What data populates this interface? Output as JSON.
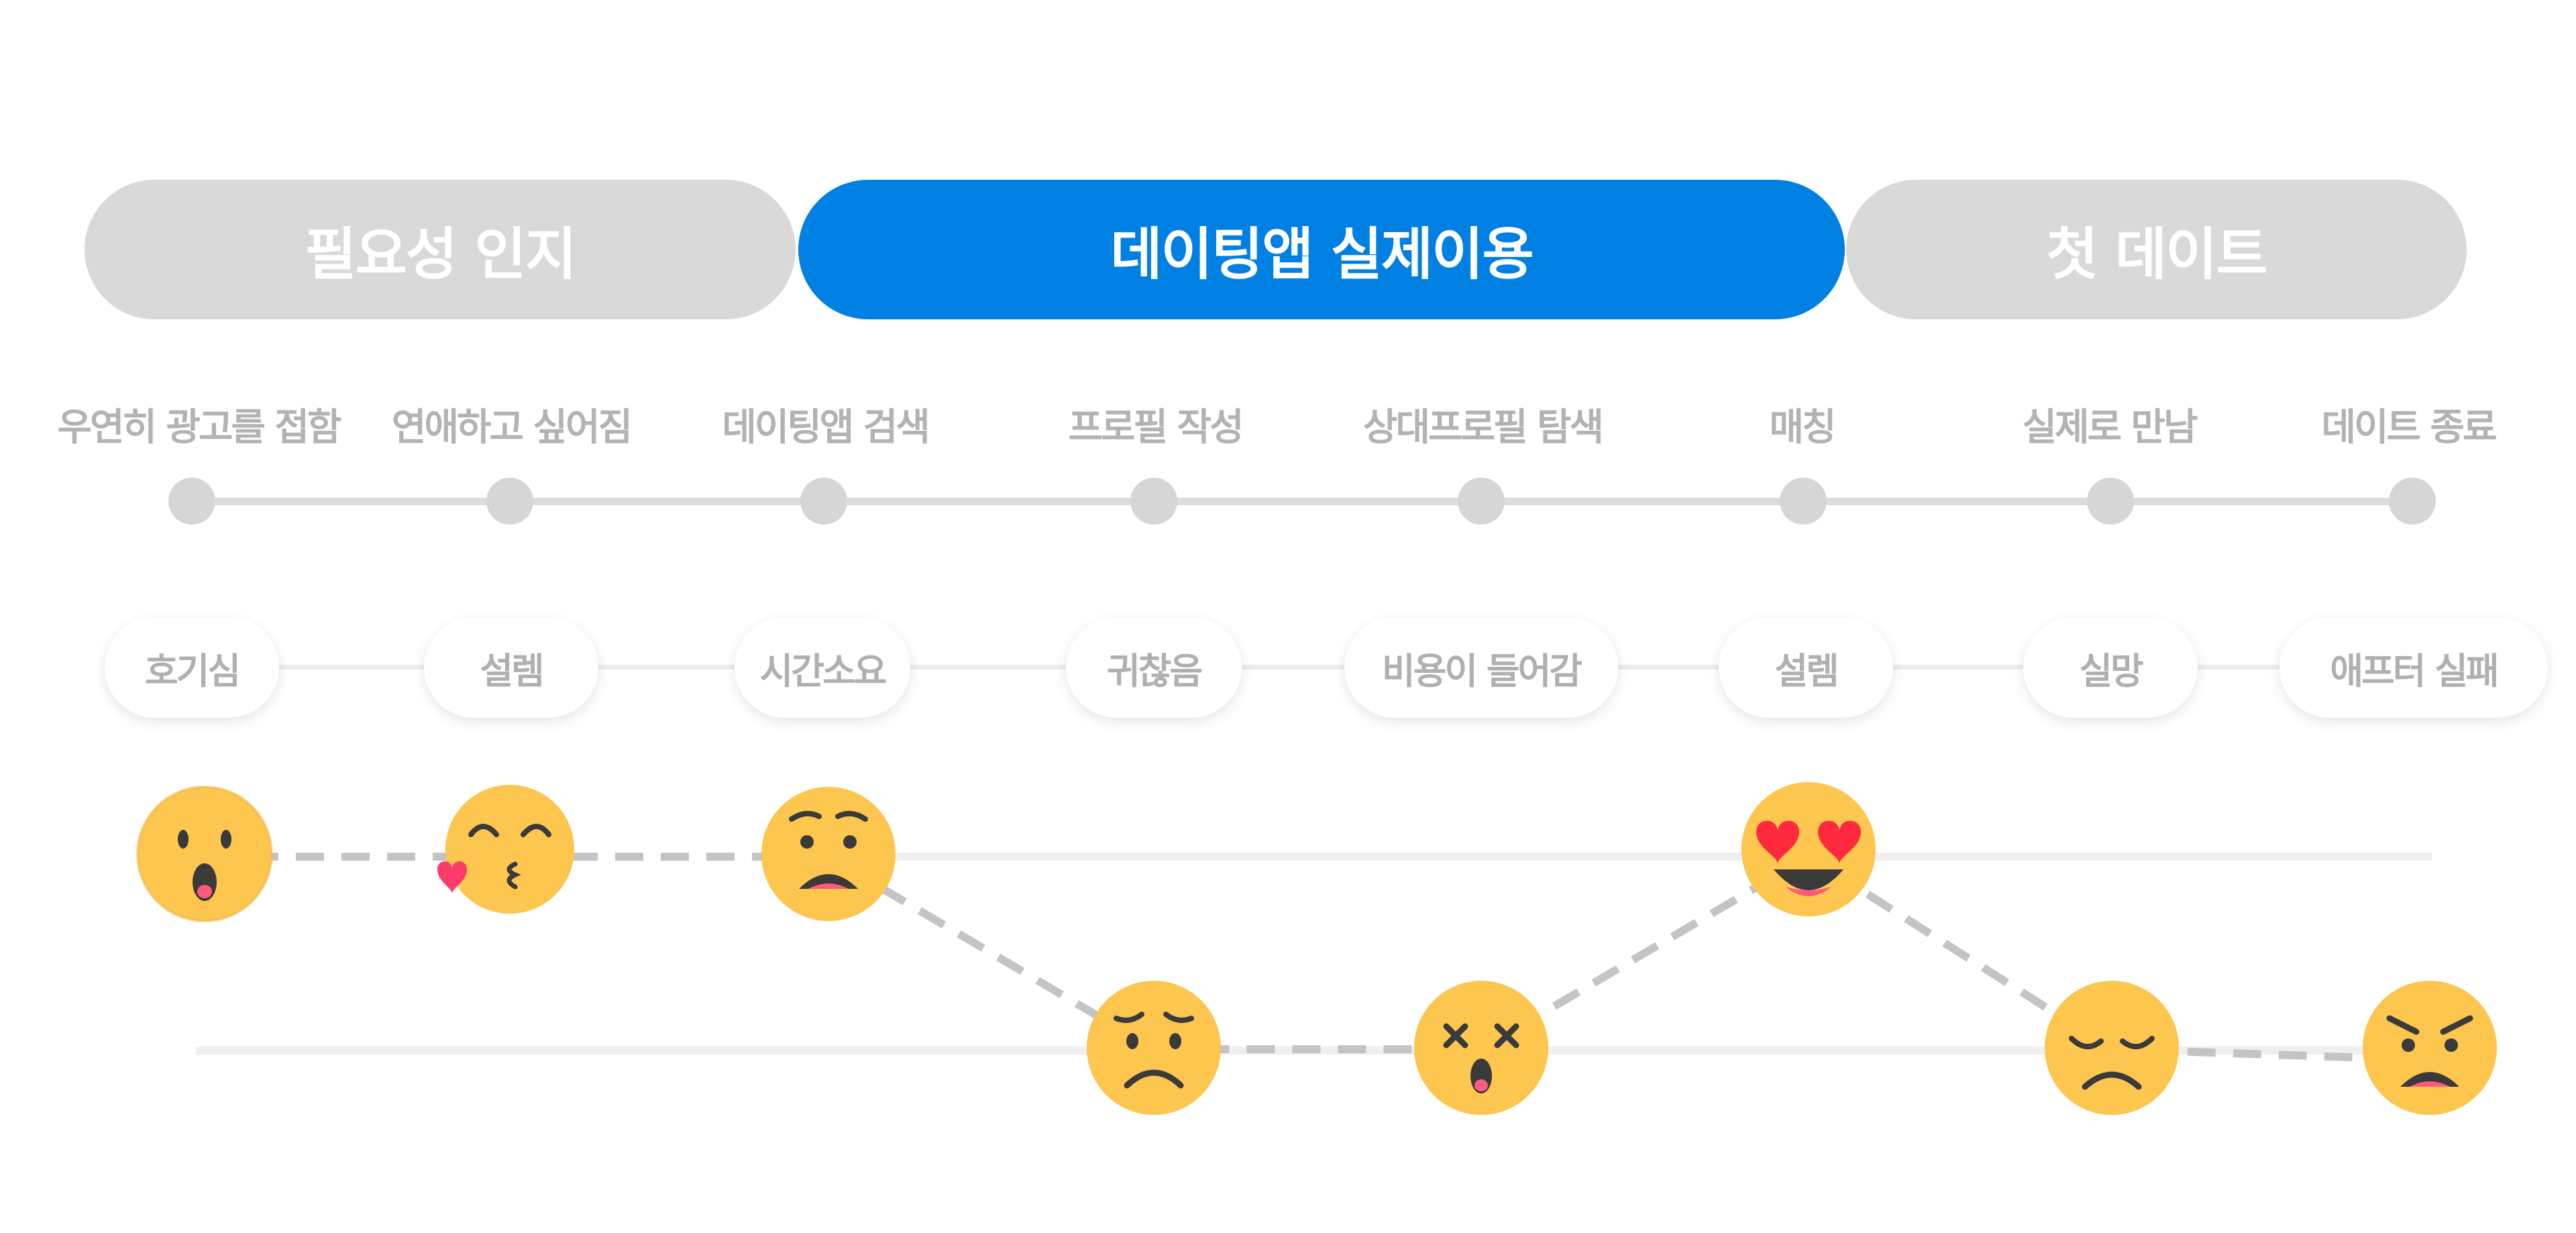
{
  "phases": [
    {
      "label": "필요성 인지",
      "active": false
    },
    {
      "label": "데이팅앱 실제이용",
      "active": true
    },
    {
      "label": "첫 데이트",
      "active": false
    }
  ],
  "steps": [
    "우연히 광고를 접함",
    "연애하고 싶어짐",
    "데이팅앱 검색",
    "프로필 작성",
    "상대프로필 탐색",
    "매칭",
    "실제로 만남",
    "데이트 종료"
  ],
  "emotions": [
    {
      "label": "호기심",
      "icon": "surprised-face-icon",
      "level": "high"
    },
    {
      "label": "설렘",
      "icon": "kissing-face-icon",
      "level": "high"
    },
    {
      "label": "시간소요",
      "icon": "anguished-face-icon",
      "level": "high"
    },
    {
      "label": "귀찮음",
      "icon": "worried-face-icon",
      "level": "low"
    },
    {
      "label": "비용이 들어감",
      "icon": "dizzy-face-icon",
      "level": "low"
    },
    {
      "label": "설렘",
      "icon": "heart-eyes-face-icon",
      "level": "high"
    },
    {
      "label": "실망",
      "icon": "disappointed-face-icon",
      "level": "low"
    },
    {
      "label": "애프터 실패",
      "icon": "angry-face-icon",
      "level": "low"
    }
  ],
  "colors": {
    "active_phase": "#0180e3",
    "inactive_phase": "#d9d9d9",
    "timeline": "#d6d6d6",
    "label_text": "#b3b3b3",
    "emoji_face": "#fcc64f",
    "dashed_line": "#c4c4c4"
  }
}
